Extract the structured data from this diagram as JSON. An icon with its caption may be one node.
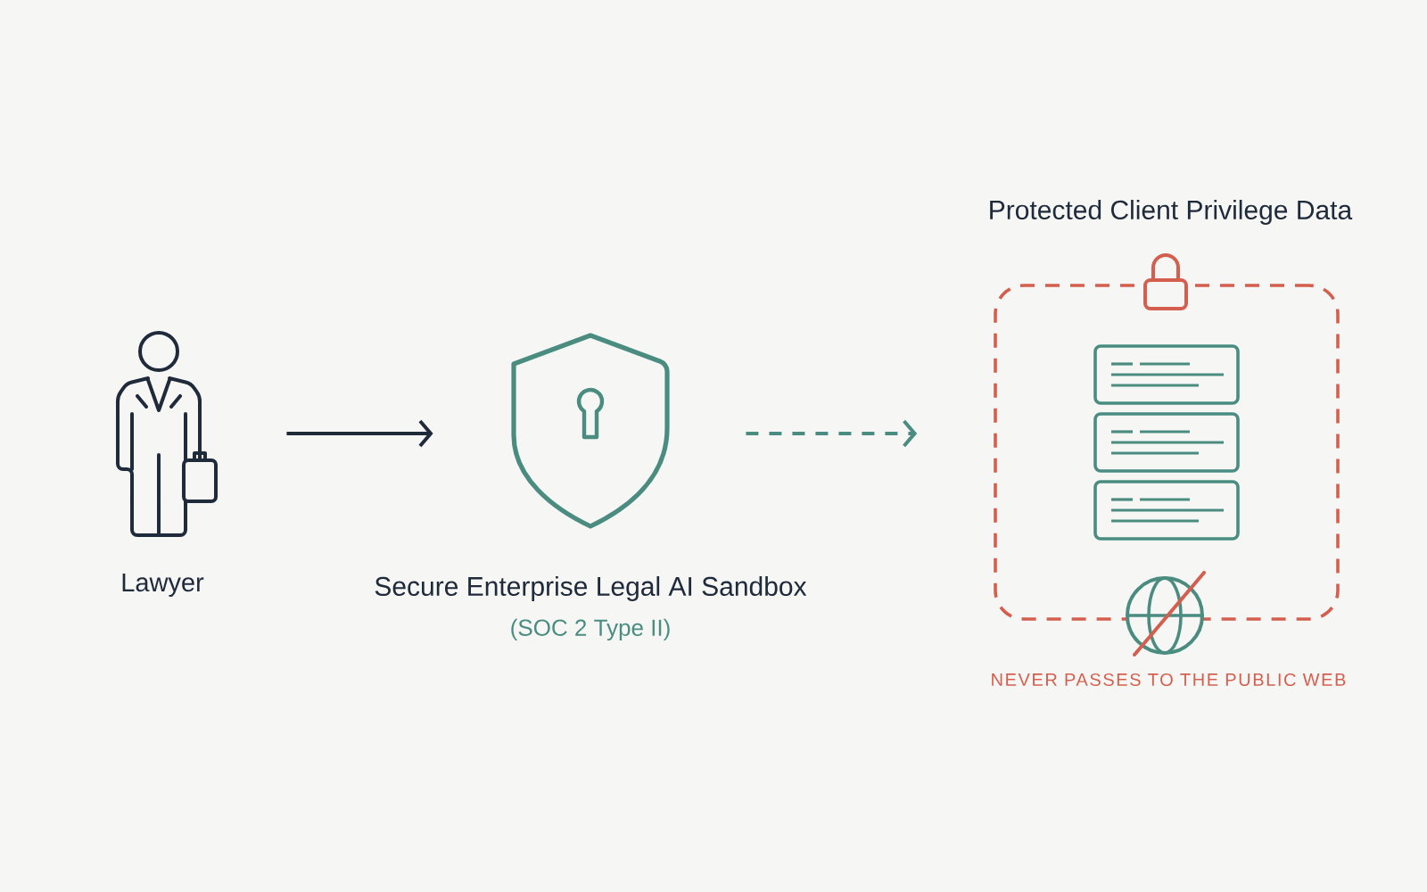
{
  "diagram": {
    "nodes": [
      {
        "text": [
          "Lawyer"
        ]
      },
      {
        "text": [
          "Secure Enterprise Legal AI Sandbox",
          "(SOC 2 Type II)"
        ]
      },
      {
        "text": [
          "Protected Client Privilege Data",
          "NEVER PASSES TO THE PUBLIC WEB"
        ]
      }
    ],
    "edges": [
      {
        "from": 0,
        "to": 1,
        "arrow": "to"
      },
      {
        "from": 1,
        "to": 2,
        "arrow": "to",
        "style": "dashed",
        "color": "#4a8d80"
      }
    ]
  }
}
